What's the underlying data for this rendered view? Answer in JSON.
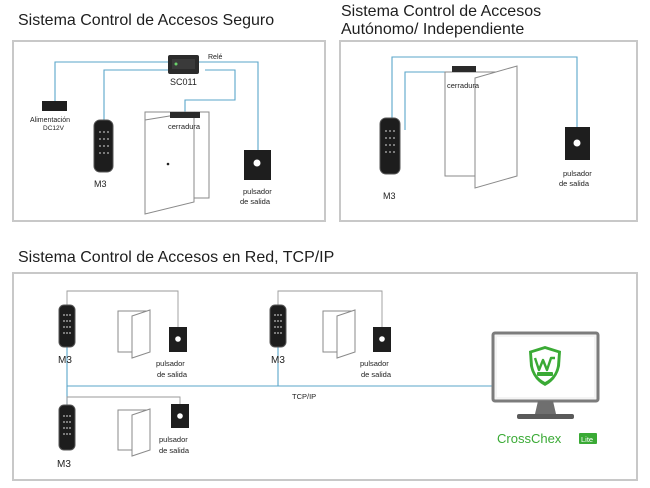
{
  "sections": {
    "secure": {
      "title": "Sistema Control de Accesos Seguro",
      "controller_label": "SC011",
      "relay_label": "Relé",
      "power_label_1": "Alimentación",
      "power_label_2": "DC12V",
      "reader_label": "M3",
      "lock_label": "cerradura",
      "exit_label_1": "pulsador",
      "exit_label_2": "de salida"
    },
    "standalone": {
      "title_line1": "Sistema Control de Accesos",
      "title_line2": "Autónomo/ Independiente",
      "reader_label": "M3",
      "lock_label": "cerradura",
      "exit_label_1": "pulsador",
      "exit_label_2": "de salida"
    },
    "network": {
      "title": "Sistema Control de Accesos en Red, TCP/IP",
      "network_label": "TCP/IP",
      "units": [
        {
          "reader_label": "M3",
          "exit_label_1": "pulsador",
          "exit_label_2": "de salida"
        },
        {
          "reader_label": "M3",
          "exit_label_1": "pulsador",
          "exit_label_2": "de salida"
        },
        {
          "reader_label": "M3",
          "exit_label_1": "pulsador",
          "exit_label_2": "de salida"
        }
      ],
      "software_name": "CrossChex",
      "software_badge": "Lite"
    }
  },
  "colors": {
    "wire": "#5aa6c9",
    "panel_border": "#c8c8c8",
    "brand_green": "#3aaa35"
  }
}
